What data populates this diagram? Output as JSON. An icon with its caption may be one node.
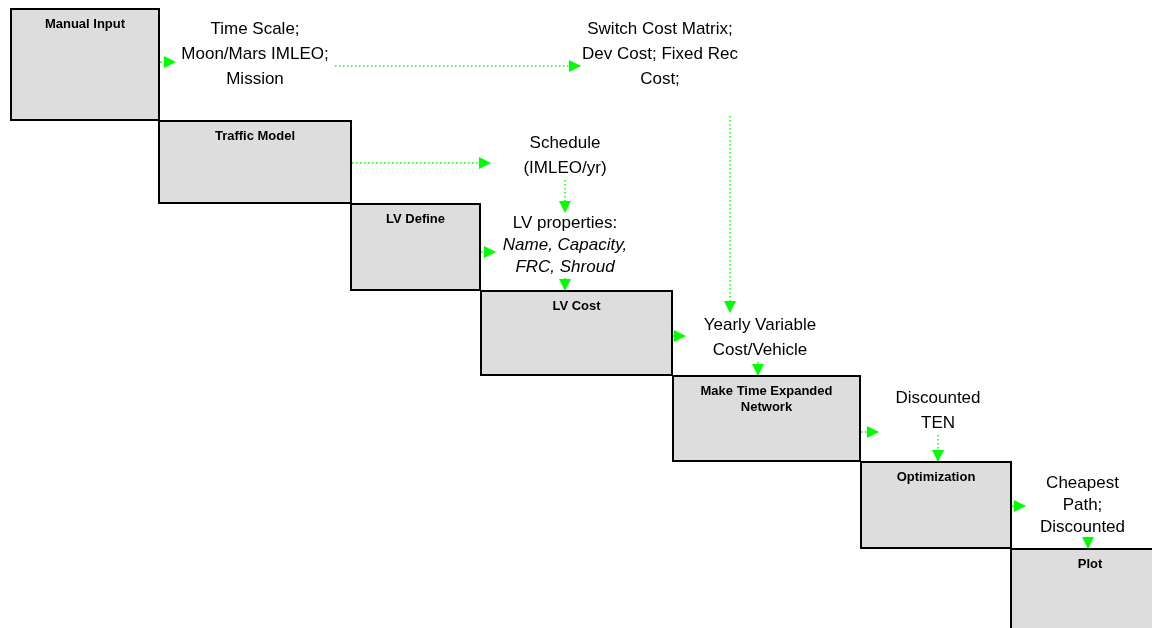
{
  "diagram": {
    "nodes": [
      {
        "text": [
          "Manual Input"
        ]
      },
      {
        "text": [
          "Traffic Model"
        ]
      },
      {
        "text": [
          "LV Define"
        ]
      },
      {
        "text": [
          "LV Cost"
        ]
      },
      {
        "text": [
          "Make Time Expanded Network"
        ]
      },
      {
        "text": [
          "Optimization"
        ]
      },
      {
        "text": [
          "Plot"
        ]
      },
      {
        "text": [
          "Time Scale; Moon/Mars IMLEO; Mission"
        ]
      },
      {
        "text": [
          "Switch Cost Matrix; Dev Cost; Fixed Rec Cost;"
        ]
      },
      {
        "text": [
          "Schedule (IMLEO/yr)"
        ]
      },
      {
        "text": [
          "LV properties: *Name, Capacity, FRC, Shroud*"
        ]
      },
      {
        "text": [
          "Yearly Variable Cost/Vehicle"
        ]
      },
      {
        "text": [
          "Discounted TEN"
        ]
      },
      {
        "text": [
          "Cheapest Path; Discounted"
        ]
      }
    ],
    "edges": [
      {
        "from": 0,
        "to": 7,
        "arrow": "to",
        "style": "dashed"
      },
      {
        "from": 7,
        "to": 8,
        "arrow": "to",
        "style": "dashed"
      },
      {
        "from": 1,
        "to": 9,
        "arrow": "to",
        "style": "dashed"
      },
      {
        "from": 9,
        "to": 10,
        "arrow": "to",
        "style": "dashed"
      },
      {
        "from": 2,
        "to": 10,
        "arrow": "to",
        "style": "dashed"
      },
      {
        "from": 10,
        "to": 3,
        "arrow": "to",
        "style": "dashed"
      },
      {
        "from": 8,
        "to": 11,
        "arrow": "to",
        "style": "dashed"
      },
      {
        "from": 3,
        "to": 11,
        "arrow": "to",
        "style": "dashed"
      },
      {
        "from": 11,
        "to": 4,
        "arrow": "to",
        "style": "dashed"
      },
      {
        "from": 4,
        "to": 12,
        "arrow": "to",
        "style": "dashed"
      },
      {
        "from": 12,
        "to": 5,
        "arrow": "to",
        "style": "dashed"
      },
      {
        "from": 5,
        "to": 13,
        "arrow": "to",
        "style": "dashed"
      },
      {
        "from": 13,
        "to": 6,
        "arrow": "to",
        "style": "dashed"
      }
    ]
  }
}
